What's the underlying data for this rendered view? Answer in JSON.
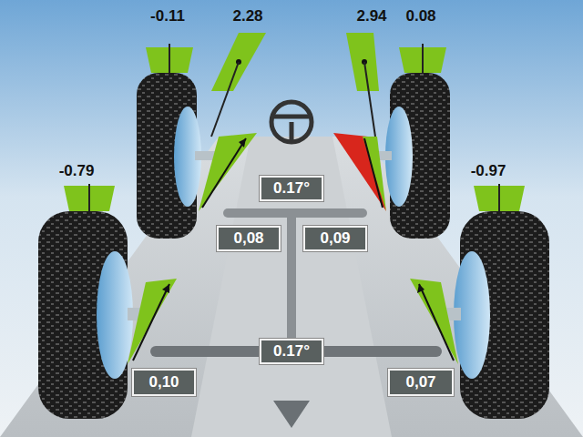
{
  "diagram": {
    "nodes": [
      {
        "text": [
          "0.17°"
        ]
      },
      {
        "text": [
          "0,08"
        ]
      },
      {
        "text": [
          "0,09"
        ]
      },
      {
        "text": [
          "0.17°"
        ]
      },
      {
        "text": [
          "0,10"
        ]
      },
      {
        "text": [
          "0,07"
        ]
      }
    ],
    "labels": [
      "-0.11",
      "2.28",
      "2.94",
      "0.08",
      "-0.79",
      "-0.97"
    ]
  }
}
